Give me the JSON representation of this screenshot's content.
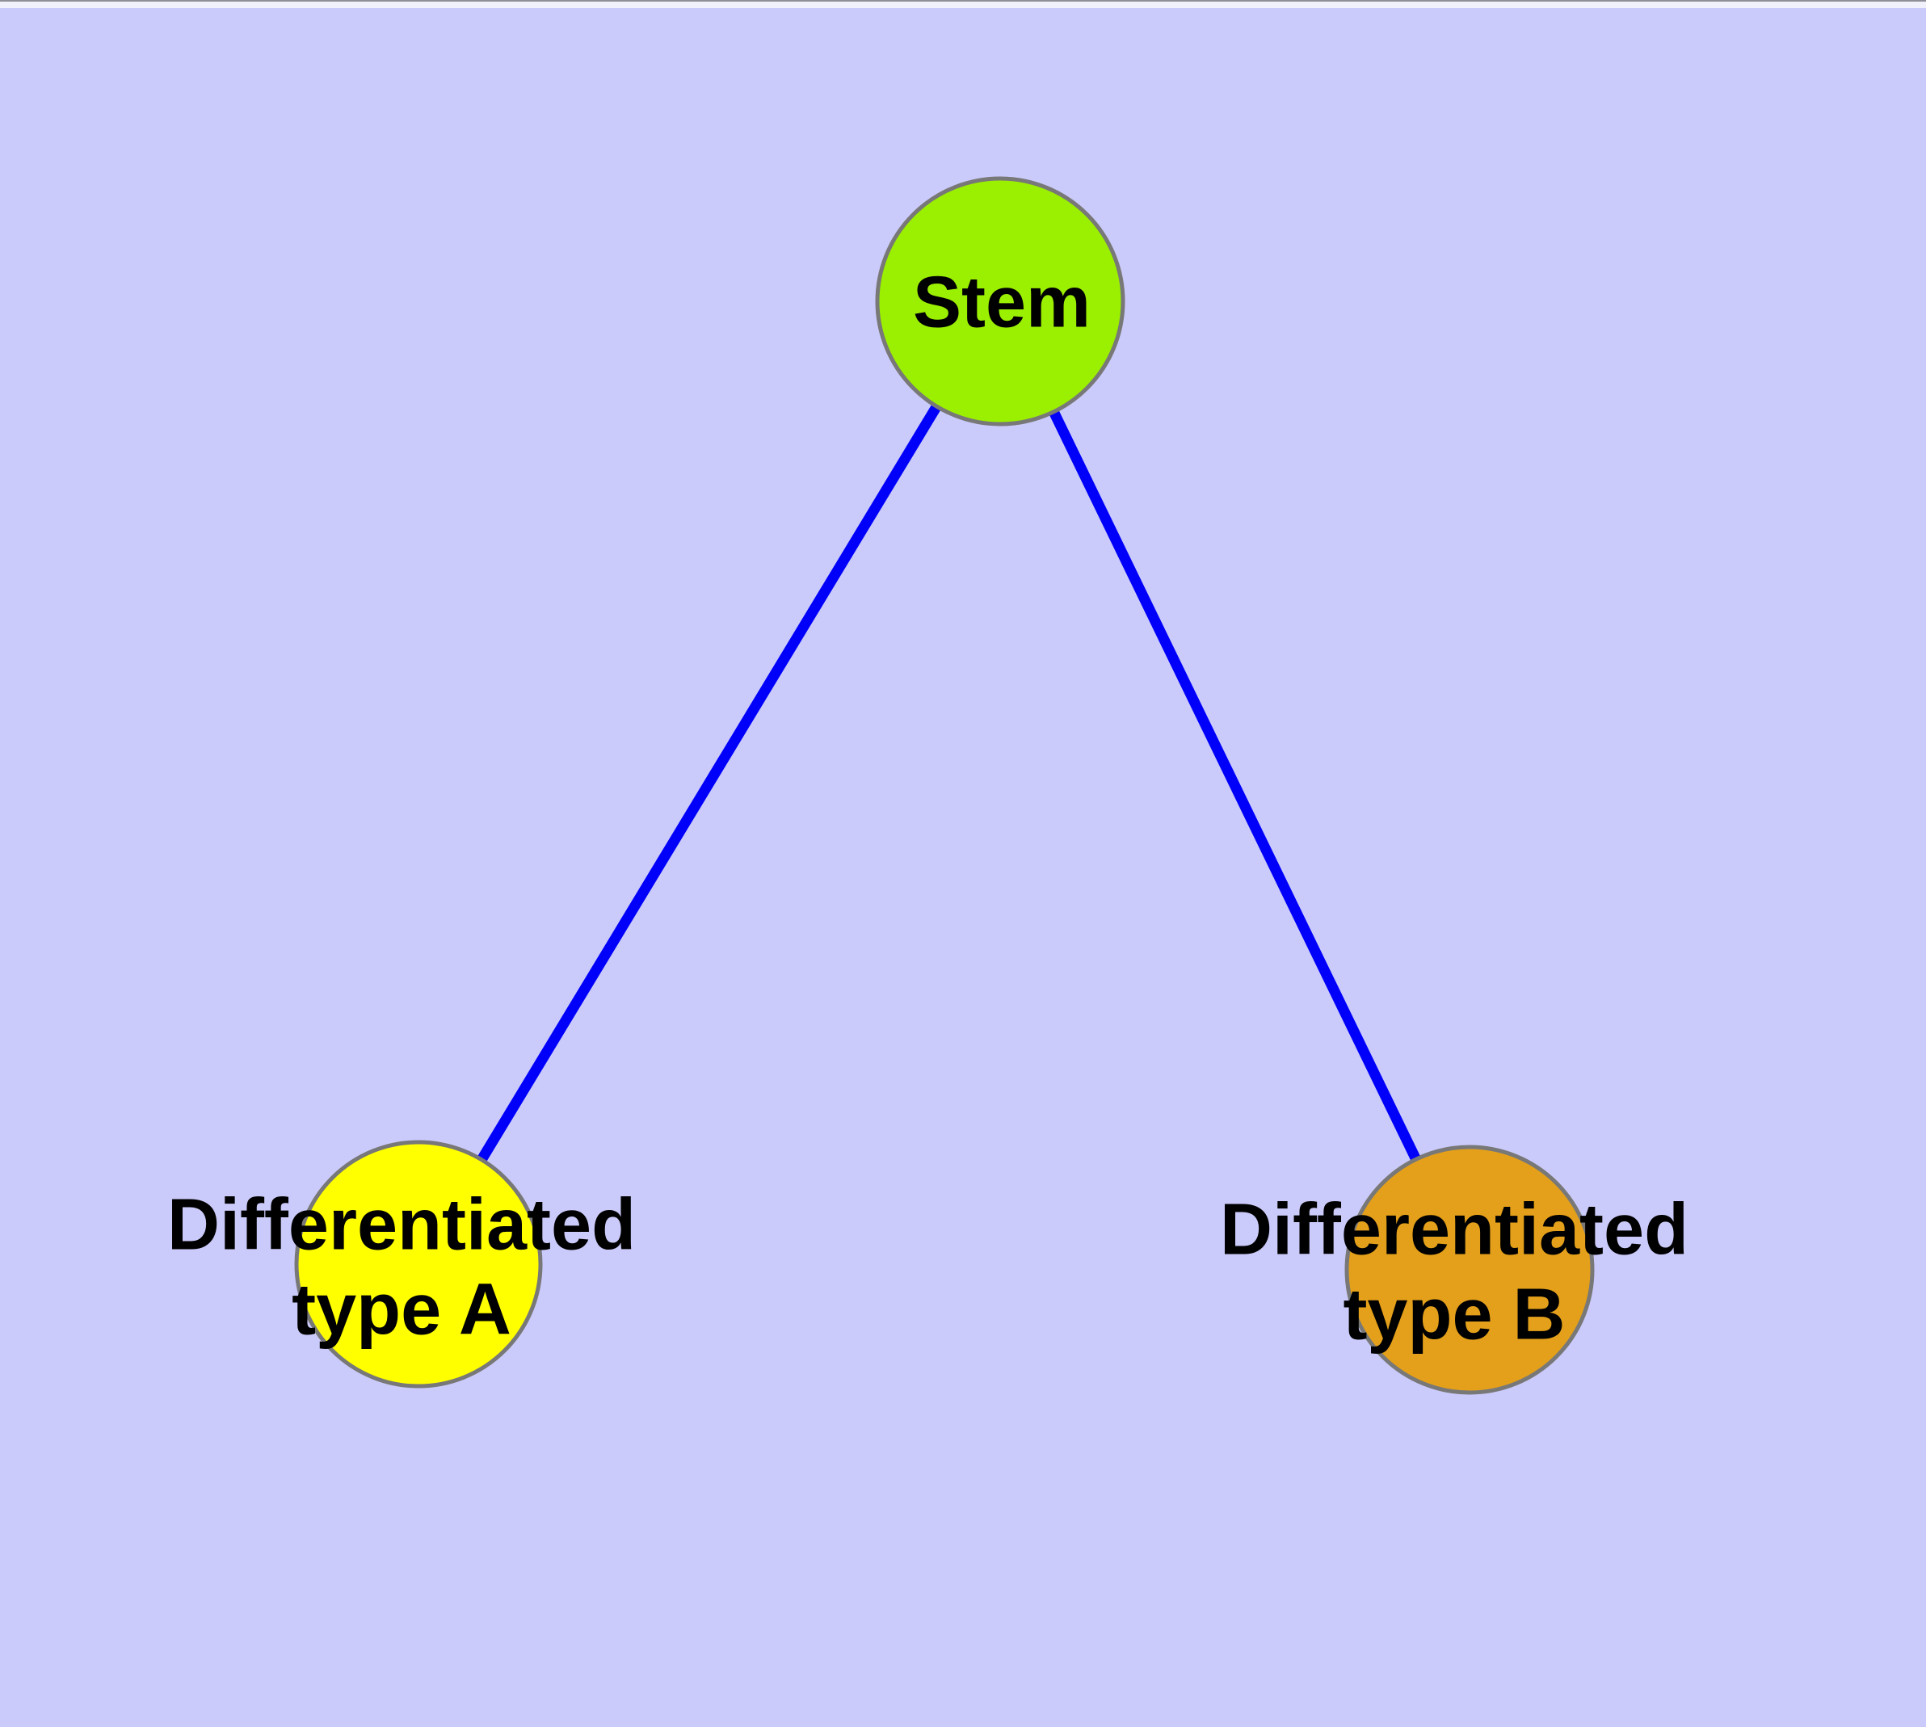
{
  "colors": {
    "background": "#CBCBFB",
    "edge": "#0000FA",
    "node_border": "#787878",
    "label_text": "#000000"
  },
  "graph": {
    "nodes": [
      {
        "id": "stem",
        "label": "Stem",
        "fill": "#9BEF00"
      },
      {
        "id": "differentiated-type-a",
        "label_line1": "Differentiated",
        "label_line2": "type A",
        "fill": "#FFFF00"
      },
      {
        "id": "differentiated-type-b",
        "label_line1": "Differentiated",
        "label_line2": "type B",
        "fill": "#E4A01A"
      }
    ],
    "edges": [
      {
        "from": "Stem",
        "to": "Differentiated type A"
      },
      {
        "from": "Stem",
        "to": "Differentiated type B"
      }
    ]
  }
}
